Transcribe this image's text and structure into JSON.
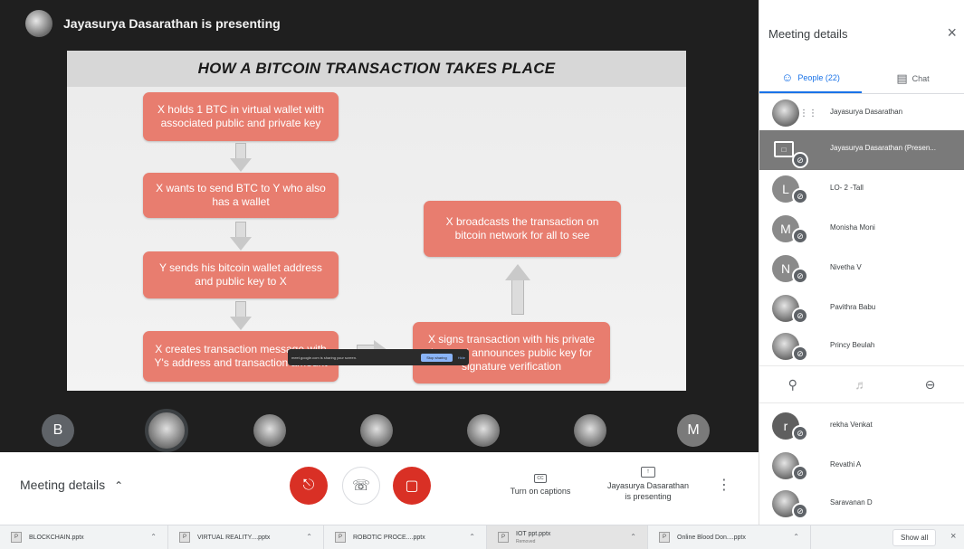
{
  "stage": {
    "presenter_label": "Jayasurya Dasarathan is presenting"
  },
  "slide": {
    "title": "HOW A BITCOIN TRANSACTION TAKES PLACE",
    "boxes": [
      "X holds 1 BTC in virtual wallet with associated public and private key",
      "X wants to send BTC to Y who also has a wallet",
      "Y sends his bitcoin wallet address and public key to X",
      "X creates transaction message with Y's address and transaction amount",
      "X broadcasts the transaction on bitcoin network for all to see",
      "X signs transaction with his private key and announces public key for signature verification"
    ],
    "share_notice": {
      "text": "meet.google.com is sharing your screen.",
      "stop_label": "Stop sharing",
      "hide_label": "Hide"
    },
    "box_color": "#e87d6f"
  },
  "strip": {
    "tiles": [
      "B",
      "",
      "",
      "",
      "",
      "",
      "M"
    ]
  },
  "panel": {
    "title": "Meeting details",
    "close_icon": "×",
    "tabs": {
      "people": "People (22)",
      "chat": "Chat"
    },
    "people": [
      {
        "name": "Jayasurya Dasarathan",
        "initial": ""
      },
      {
        "name": "Jayasurya Dasarathan (Presen...",
        "initial": ""
      },
      {
        "name": "LO- 2 -Tall",
        "initial": "L"
      },
      {
        "name": "Monisha Moni",
        "initial": "M"
      },
      {
        "name": "Nivetha V",
        "initial": "N"
      },
      {
        "name": "Pavithra Babu",
        "initial": ""
      },
      {
        "name": "Princy Beulah",
        "initial": ""
      },
      {
        "name": "rekha Venkat",
        "initial": "r"
      },
      {
        "name": "Revathi A",
        "initial": ""
      },
      {
        "name": "Saravanan D",
        "initial": ""
      }
    ]
  },
  "controls": {
    "meeting_details": "Meeting details",
    "captions": "Turn on captions",
    "captions_icon": "CC",
    "presenting_line1": "Jayasurya Dasarathan",
    "presenting_line2": "is presenting",
    "accent_red": "#d93025"
  },
  "downloads": {
    "items": [
      {
        "name": "BLOCKCHAIN.pptx",
        "sub": ""
      },
      {
        "name": "VIRTUAL REALITY....pptx",
        "sub": ""
      },
      {
        "name": "ROBOTIC PROCE....pptx",
        "sub": ""
      },
      {
        "name": "IOT ppt.pptx",
        "sub": "Removed"
      },
      {
        "name": "Online Blood Don....pptx",
        "sub": ""
      }
    ],
    "show_all": "Show all",
    "close": "×"
  }
}
